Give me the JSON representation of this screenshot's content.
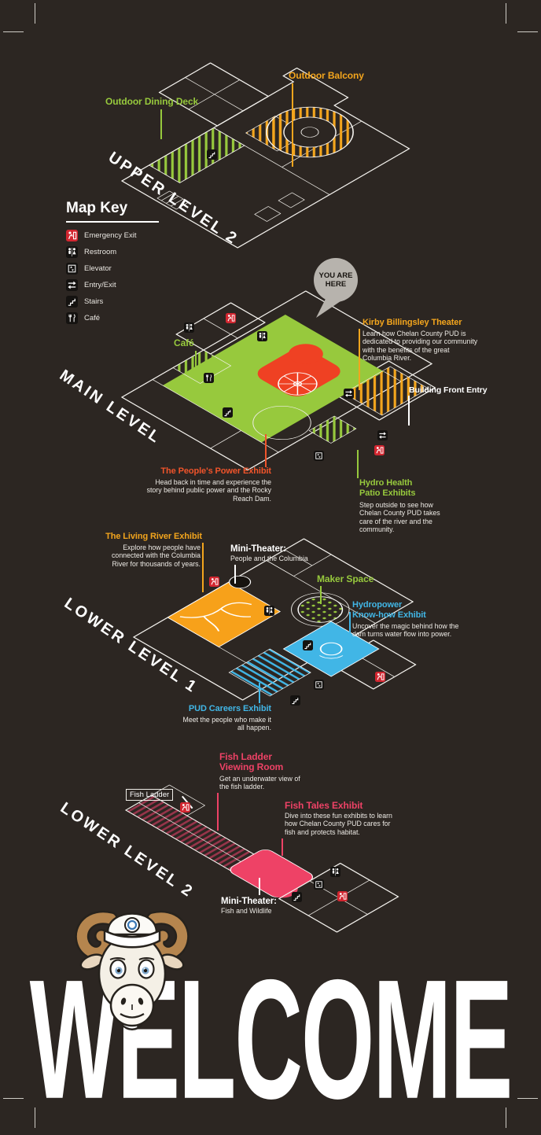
{
  "poster": {
    "welcome": "WELCOME",
    "you_are_here": {
      "line1": "YOU ARE",
      "line2": "HERE"
    }
  },
  "colors": {
    "background": "#2c2622",
    "orange": "#f3a51d",
    "green": "#97c93d",
    "red_orange": "#f0542b",
    "blue": "#41b6e6",
    "pink": "#ee4266",
    "dark_red": "#8d2f42",
    "gray_badge": "#b7b3ad",
    "white": "#ffffff"
  },
  "map_key": {
    "title": "Map Key",
    "items": [
      {
        "icon": "emergency-exit-icon",
        "label": "Emergency Exit"
      },
      {
        "icon": "restroom-icon",
        "label": "Restroom"
      },
      {
        "icon": "elevator-icon",
        "label": "Elevator"
      },
      {
        "icon": "entry-exit-icon",
        "label": "Entry/Exit"
      },
      {
        "icon": "stairs-icon",
        "label": "Stairs"
      },
      {
        "icon": "cafe-icon",
        "label": "Café"
      }
    ]
  },
  "upper_level_2": {
    "title": "UPPER LEVEL 2",
    "outdoor_balcony": "Outdoor Balcony",
    "outdoor_dining_deck": "Outdoor Dining Deck"
  },
  "main_level": {
    "title": "MAIN LEVEL",
    "cafe": "Café",
    "kirby_theater": {
      "title": "Kirby Billingsley Theater",
      "desc": "Learn how Chelan County PUD is dedicated to providing our community with the benefits of the great Columbia River."
    },
    "building_front_entry": "Building Front Entry",
    "peoples_power": {
      "title": "The People's Power Exhibit",
      "desc": "Head back in time and experience the story behind public power and the Rocky Reach Dam."
    },
    "hydro_health": {
      "title_line1": "Hydro Health",
      "title_line2": "Patio Exhibits",
      "desc": "Step outside to see how Chelan County PUD takes care of the river and the community."
    }
  },
  "lower_level_1": {
    "title": "LOWER LEVEL 1",
    "living_river": {
      "title": "The Living River Exhibit",
      "desc": "Explore how people have connected with the Columbia River for thousands of years."
    },
    "mini_theater": {
      "title": "Mini-Theater:",
      "desc": "People and the Columbia"
    },
    "maker_space": "Maker Space",
    "hydropower": {
      "title_line1": "Hydropower",
      "title_line2": "Know-how Exhibit",
      "desc": "Uncover the magic behind how the dam turns water flow into power."
    },
    "pud_careers": {
      "title": "PUD Careers Exhibit",
      "desc": "Meet the people who make it all happen."
    }
  },
  "lower_level_2": {
    "title": "LOWER LEVEL 2",
    "fish_ladder_viewing_room": {
      "title_line1": "Fish Ladder",
      "title_line2": "Viewing Room",
      "desc": "Get an underwater view of the fish ladder."
    },
    "fish_ladder_label": "Fish Ladder",
    "fish_tales": {
      "title": "Fish Tales Exhibit",
      "desc": "Dive into these fun exhibits to learn how Chelan County PUD cares for fish and protects habitat."
    },
    "mini_theater": {
      "title": "Mini-Theater:",
      "desc": "Fish and Wildlife"
    }
  }
}
